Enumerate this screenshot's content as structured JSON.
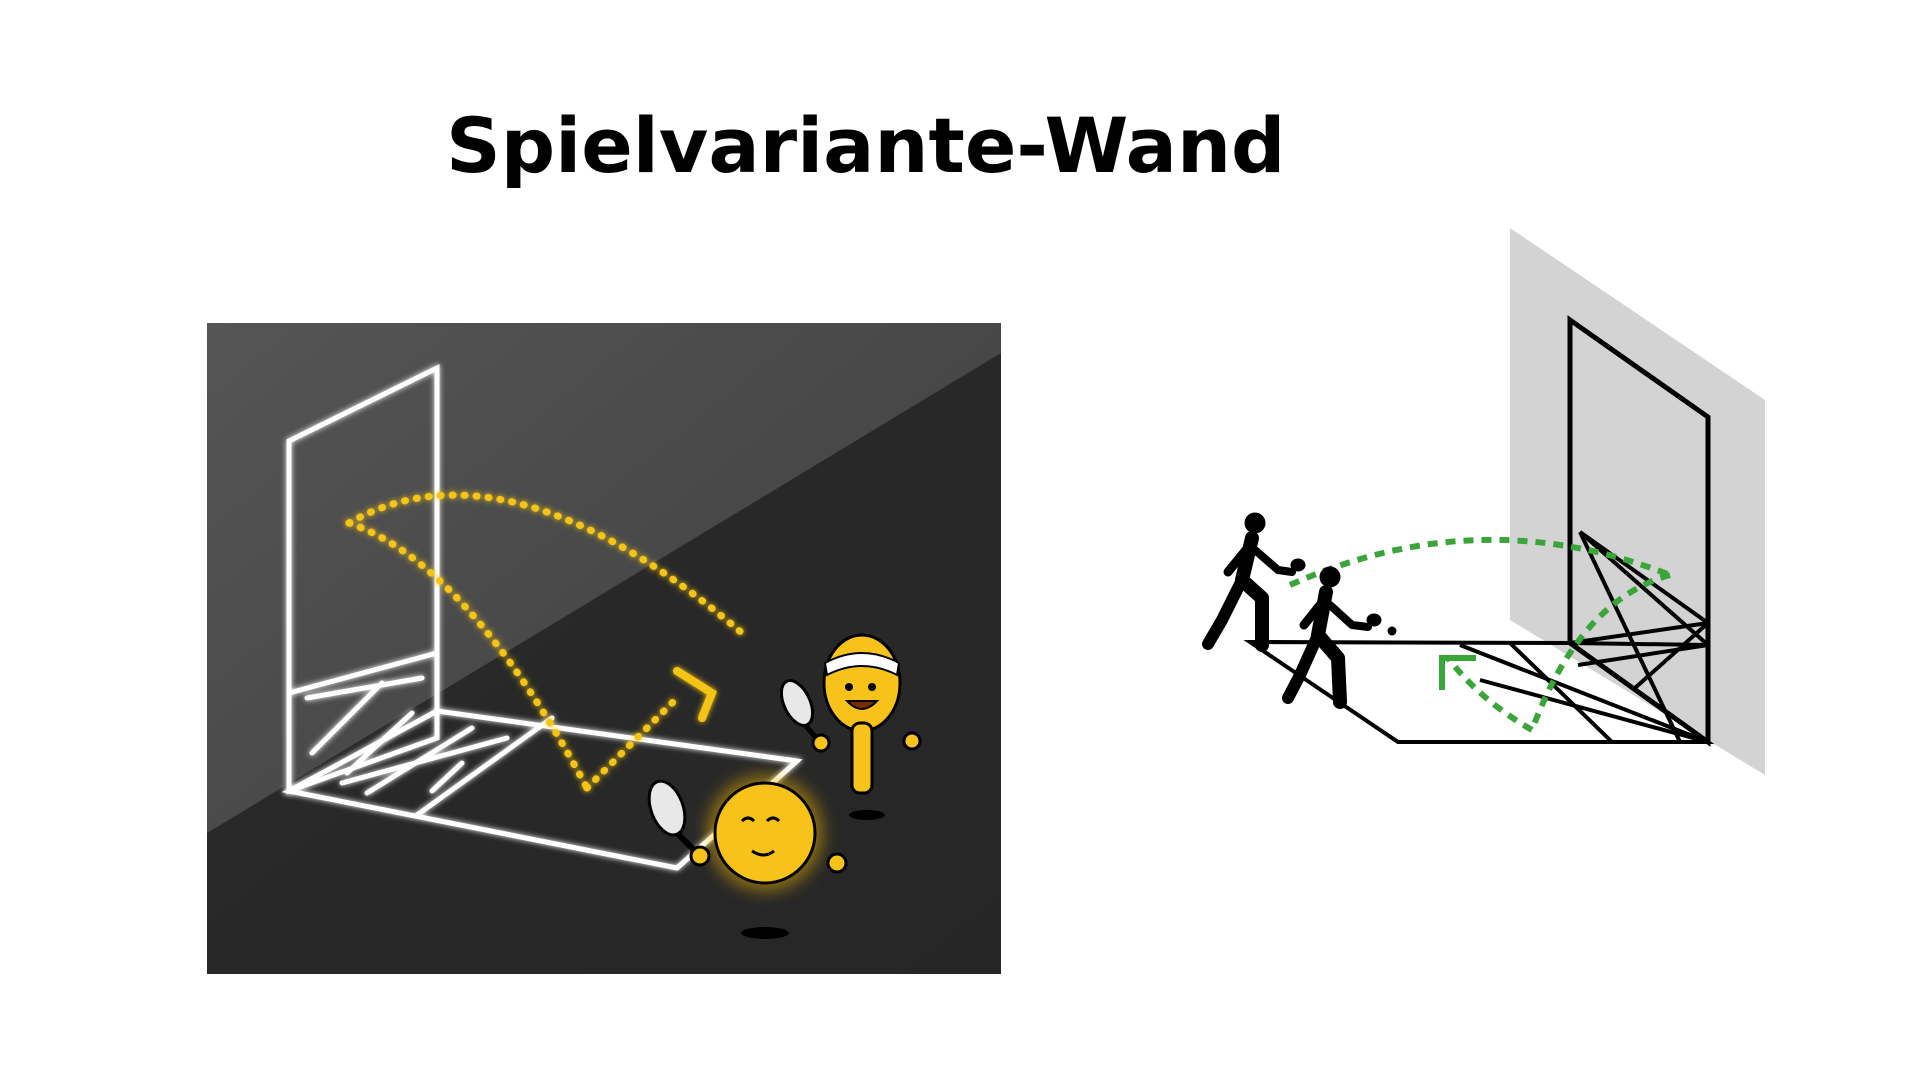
{
  "slide": {
    "title": "Spielvariante-Wand"
  },
  "colors": {
    "title": "#000000",
    "chalk": "#ffffff",
    "board_dark": "#2a2a2a",
    "board_light": "#4a4a4a",
    "ball_path": "#f5c518",
    "character": "#f5b800",
    "diagram_ball_path": "#3aa63a",
    "wall_shade": "#d3d3d3",
    "diagram_line": "#000000"
  },
  "icons": {
    "left_characters": [
      "round-ball-character",
      "paddle-character"
    ],
    "right_figures": [
      "player-figure",
      "player-figure"
    ]
  }
}
